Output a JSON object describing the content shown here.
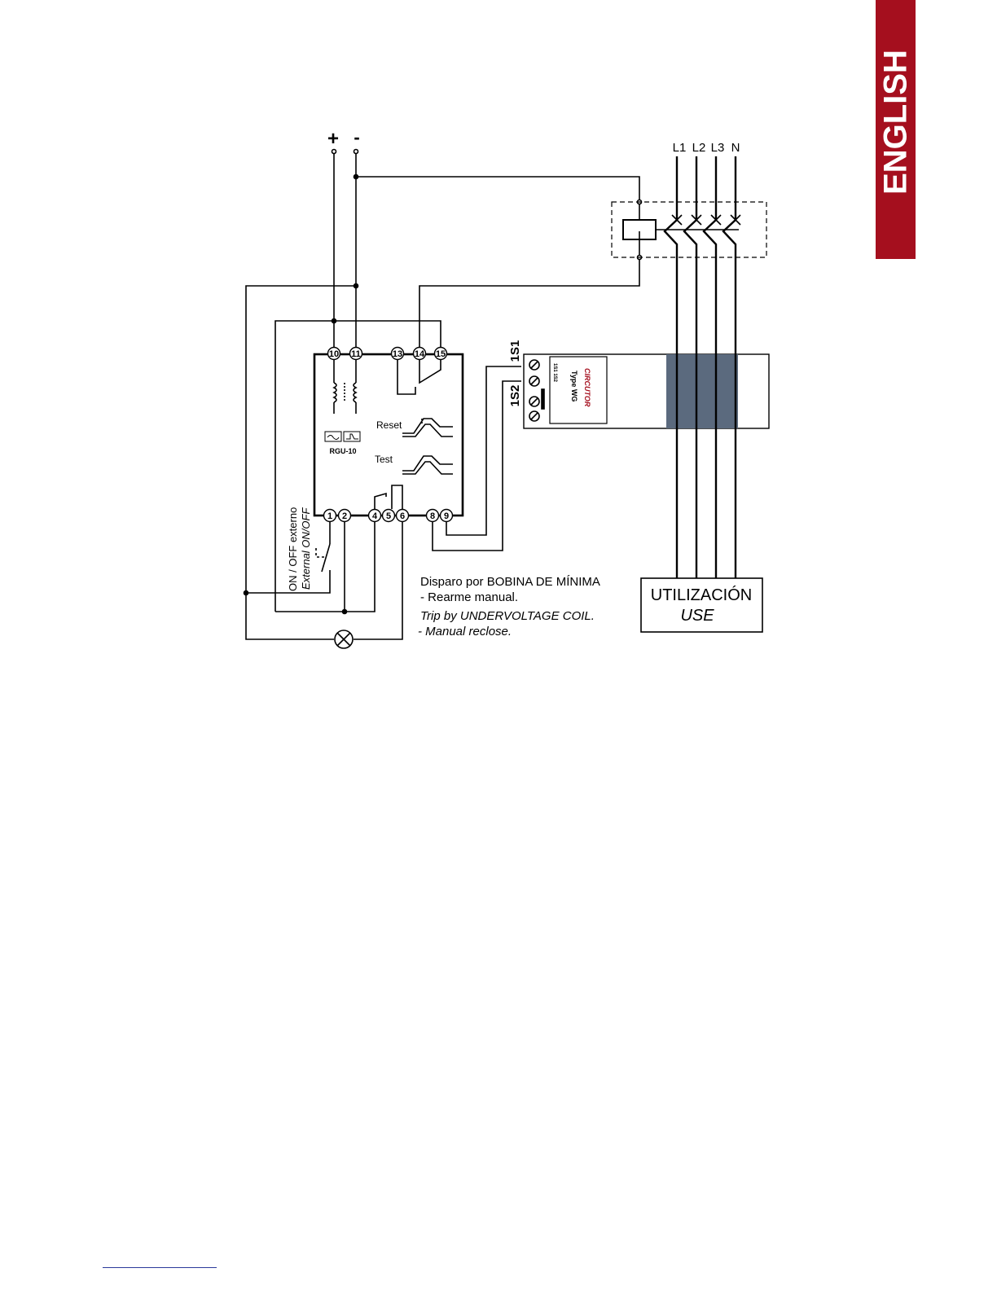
{
  "lang_tab": {
    "label": "ENGLISH",
    "color": "#a50f1e"
  },
  "supply": {
    "plus": "+",
    "minus": "-"
  },
  "lines": {
    "l1": "L1",
    "l2": "L2",
    "l3": "L3",
    "n": "N"
  },
  "relay": {
    "model": "RGU-10",
    "top_terminals": [
      "10",
      "11",
      "13",
      "14",
      "15"
    ],
    "bottom_terminals": [
      "1",
      "2",
      "4",
      "5",
      "6",
      "8",
      "9"
    ],
    "reset_label": "Reset",
    "test_label": "Test"
  },
  "transformer": {
    "s1_label": "1S1",
    "s2_label": "1S2",
    "brand": "CIRCUTOR",
    "type": "Type WG",
    "terminal_mark": "1S1 1S2"
  },
  "external_switch": {
    "label_es": "ON / OFF externo",
    "label_en": "External ON/OFF"
  },
  "caption": {
    "es_line1": "Disparo por BOBINA DE MÍNIMA",
    "es_line2": "- Rearme manual.",
    "en_line1": "Trip by UNDERVOLTAGE COIL.",
    "en_line2": "-  Manual reclose."
  },
  "load_box": {
    "es": "UTILIZACIÓN",
    "en": "USE"
  }
}
